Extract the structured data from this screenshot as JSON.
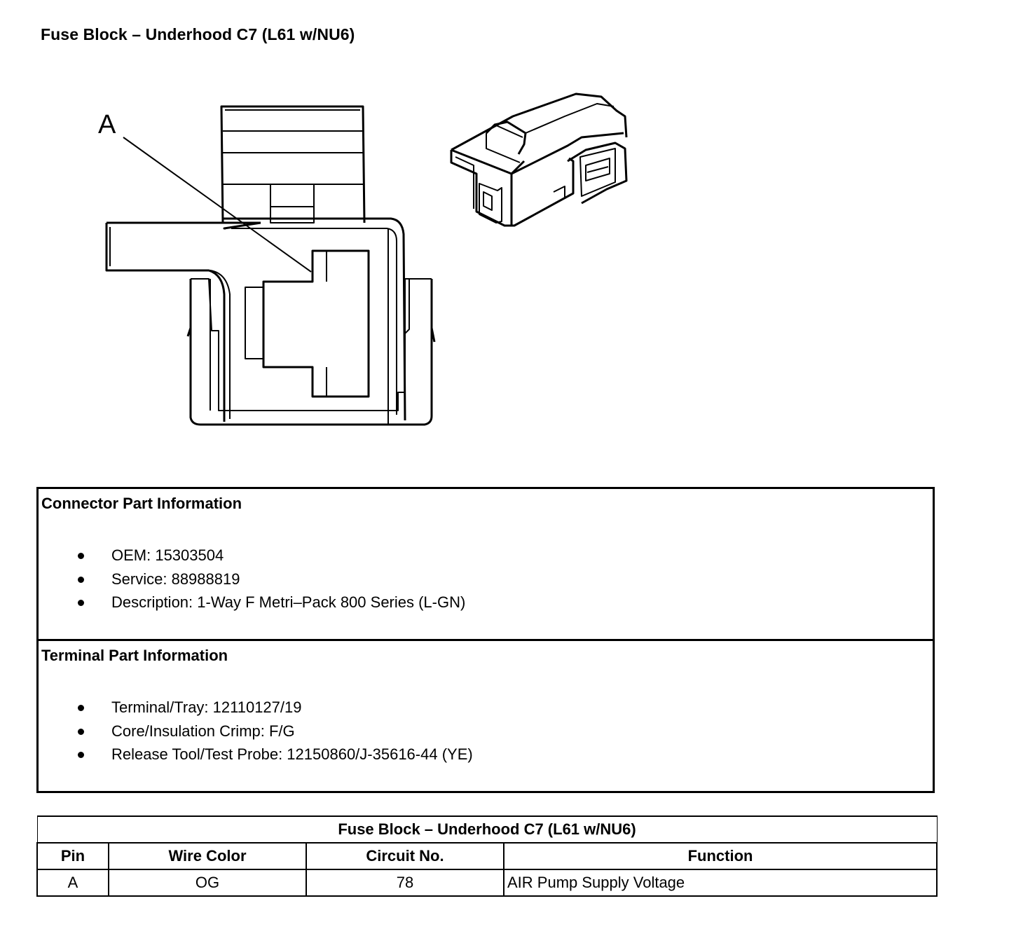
{
  "page": {
    "title": "Fuse Block – Underhood C7 (L61 w/NU6)"
  },
  "diagram": {
    "callout_label": "A"
  },
  "connector_info": {
    "title": "Connector Part Information",
    "items": [
      "OEM: 15303504",
      "Service: 88988819",
      "Description: 1-Way F Metri–Pack 800 Series (L-GN)"
    ]
  },
  "terminal_info": {
    "title": "Terminal Part Information",
    "items": [
      "Terminal/Tray: 12110127/19",
      "Core/Insulation Crimp: F/G",
      "Release Tool/Test Probe: 12150860/J-35616-44 (YE)"
    ]
  },
  "pin_table": {
    "caption": "Fuse Block – Underhood C7 (L61 w/NU6)",
    "headers": [
      "Pin",
      "Wire Color",
      "Circuit No.",
      "Function"
    ],
    "rows": [
      [
        "A",
        "OG",
        "78",
        "AIR Pump Supply Voltage"
      ]
    ]
  }
}
